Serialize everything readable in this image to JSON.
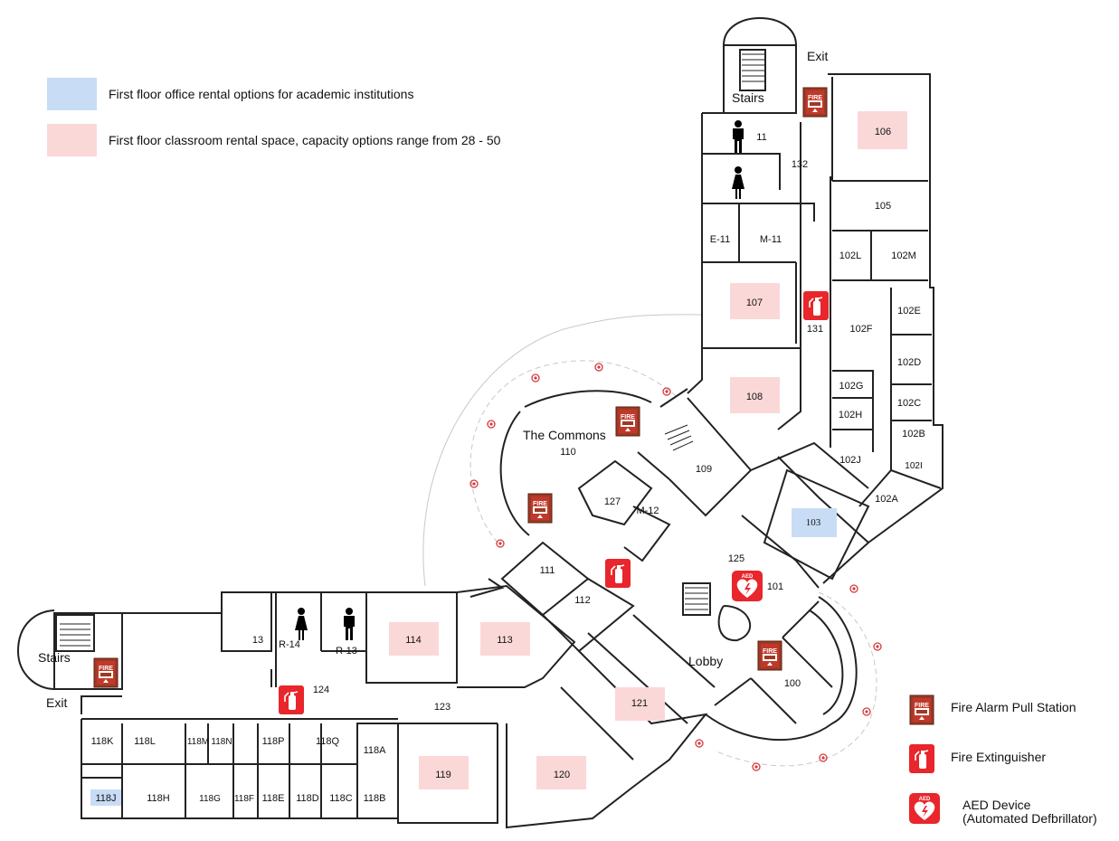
{
  "colors": {
    "office_blue": "#c9dcf5",
    "classroom_pink": "#fbd8d8",
    "wall": "#222222",
    "fire_red": "#c0392b",
    "extinguisher_red": "#e8262b",
    "door_marker": "#d43b3b"
  },
  "legend_top": {
    "office": "First floor office rental options for academic institutions",
    "classroom": "First floor classroom rental space, capacity options range from 28 - 50"
  },
  "legend_right": {
    "fire_alarm": "Fire Alarm Pull Station",
    "extinguisher": "Fire Extinguisher",
    "aed_line1": "AED Device",
    "aed_line2": "(Automated Defbrillator)"
  },
  "icons": {
    "fire_alarm": "fire-alarm-pull-station-icon",
    "fire_alarm_text": "FIRE",
    "extinguisher": "fire-extinguisher-icon",
    "aed": "aed-heart-icon",
    "aed_text": "AED",
    "restroom_men": "men-restroom-icon",
    "restroom_women": "women-restroom-icon",
    "stairs": "stairs-icon"
  },
  "labels": {
    "exit_top": "Exit",
    "exit_left": "Exit",
    "stairs_top": "Stairs",
    "stairs_left": "Stairs",
    "commons_name": "The Commons",
    "commons_num": "110",
    "lobby": "Lobby"
  },
  "rooms": {
    "r106": "106",
    "r105": "105",
    "r102L": "102L",
    "r102M": "102M",
    "r102E": "102E",
    "r102F": "102F",
    "r102D": "102D",
    "r102G": "102G",
    "r102C": "102C",
    "r102H": "102H",
    "r102B": "102B",
    "r102J": "102J",
    "r102I": "102I",
    "r102A": "102A",
    "r103": "103",
    "r11": "11",
    "r132": "132",
    "rE11": "E-11",
    "rM11": "M-11",
    "r107": "107",
    "r131": "131",
    "r108": "108",
    "r109": "109",
    "r127": "127",
    "rM12": "M-12",
    "r111": "111",
    "r112": "112",
    "r125": "125",
    "r101": "101",
    "r100": "100",
    "r121": "121",
    "r120": "120",
    "r119": "119",
    "r113": "113",
    "r114": "114",
    "r13": "13",
    "rR14": "R-14",
    "rR13": "R-13",
    "r124": "124",
    "r123": "123",
    "r118A": "118A",
    "r118K": "118K",
    "r118L": "118L",
    "r118M": "118M",
    "r118N": "118N",
    "r118P": "118P",
    "r118Q": "118Q",
    "r118J": "118J",
    "r118H": "118H",
    "r118G": "118G",
    "r118F": "118F",
    "r118E": "118E",
    "r118D": "118D",
    "r118C": "118C",
    "r118B": "118B"
  }
}
